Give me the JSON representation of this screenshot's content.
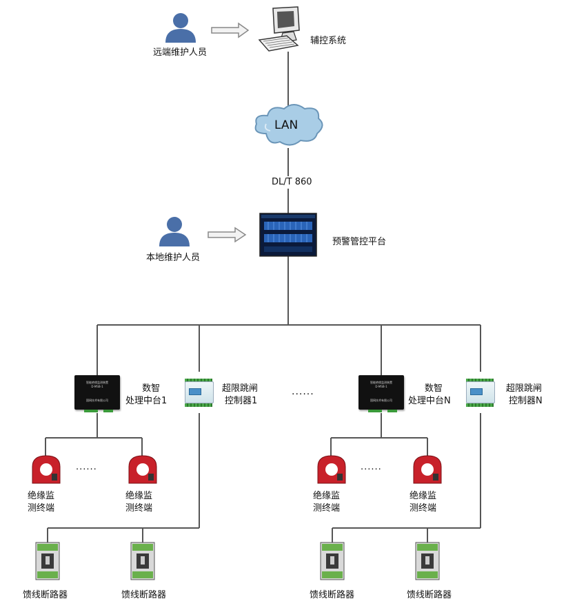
{
  "top": {
    "remote_staff": "远端维护人员",
    "aux_system": "辅控系统",
    "lan": "LAN",
    "protocol": "DL/T 860"
  },
  "middle": {
    "local_staff": "本地维护人员",
    "platform": "预警管控平台"
  },
  "group1": {
    "processor_line1": "数智",
    "processor_line2": "处理中台1",
    "controller_line1": "超限跳闸",
    "controller_line2": "控制器1",
    "sensor_a_line1": "绝缘监",
    "sensor_a_line2": "测终端",
    "sensor_b_line1": "绝缘监",
    "sensor_b_line2": "测终端",
    "sensor_dots": "······",
    "breaker_a": "馈线断路器",
    "breaker_b": "馈线断路器"
  },
  "middle_dots": "······",
  "groupN": {
    "processor_line1": "数智",
    "processor_line2": "处理中台N",
    "controller_line1": "超限跳闸",
    "controller_line2": "控制器N",
    "sensor_a_line1": "绝缘监",
    "sensor_a_line2": "测终端",
    "sensor_b_line1": "绝缘监",
    "sensor_b_line2": "测终端",
    "sensor_dots": "······",
    "breaker_a": "馈线断路器",
    "breaker_b": "馈线断路器"
  },
  "device_text": {
    "box_line1": "智能绝缘监测装置",
    "box_line2": "D-MSB-1",
    "box_line3": "国网技术有限公司"
  },
  "colors": {
    "person": "#4a6fa8",
    "arrow": "#888888",
    "cloud": "#9fc3de",
    "sensor": "#c8212a",
    "breaker": "#6ab04c",
    "wire": "#555555"
  }
}
